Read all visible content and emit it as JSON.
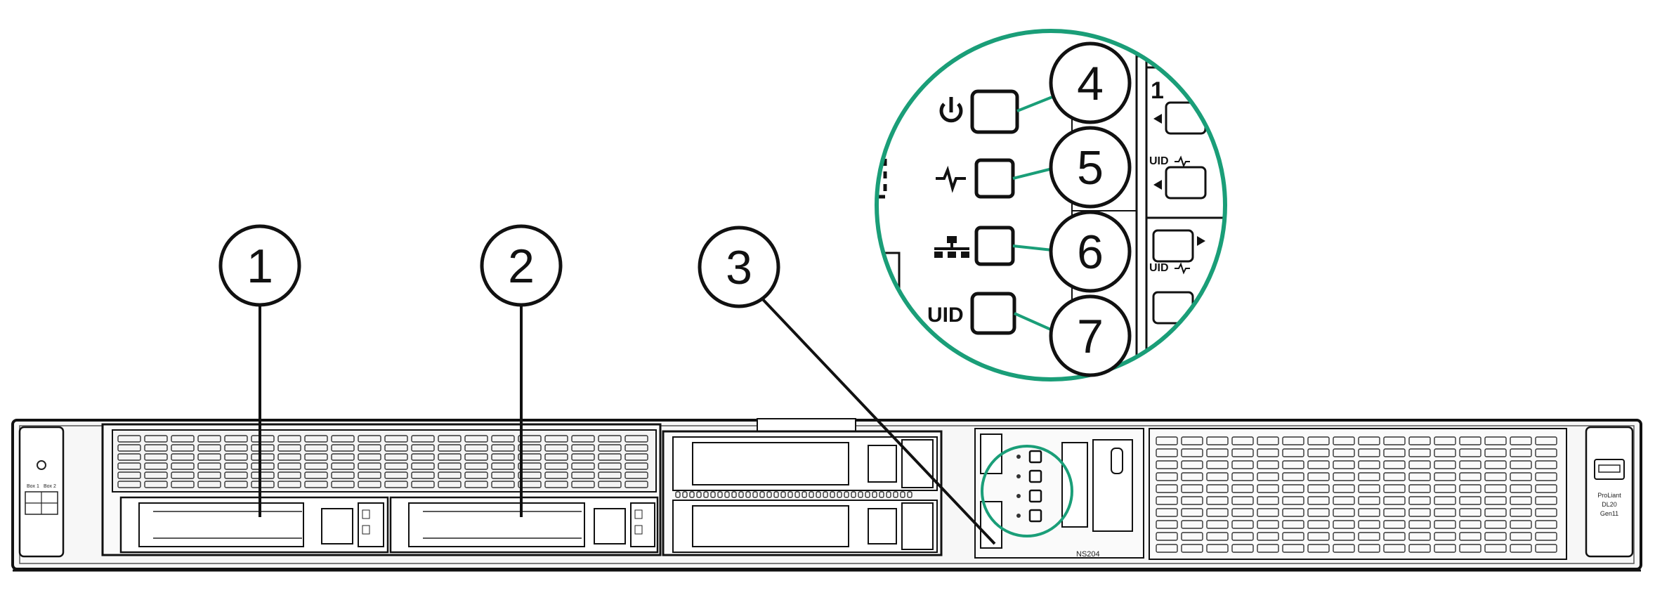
{
  "diagram": {
    "callouts": [
      {
        "id": 1,
        "label": "1"
      },
      {
        "id": 2,
        "label": "2"
      },
      {
        "id": 3,
        "label": "3"
      },
      {
        "id": 4,
        "label": "4"
      },
      {
        "id": 5,
        "label": "5"
      },
      {
        "id": 6,
        "label": "6"
      },
      {
        "id": 7,
        "label": "7"
      }
    ],
    "zoom": {
      "led_labels": {
        "uid": "UID"
      },
      "bay_labels": {
        "bay_number": "1",
        "uid_a": "UID",
        "uid_b": "UID"
      }
    },
    "chassis": {
      "left_ear_text": [
        "Box 1",
        "Box 2"
      ],
      "right_ear_text": [
        "ProLiant",
        "DL20",
        "Gen11"
      ],
      "port_label": "NS204"
    },
    "colors": {
      "accent": "#1a9e78",
      "line": "#111111",
      "chassis": "#f7f7f7"
    }
  }
}
